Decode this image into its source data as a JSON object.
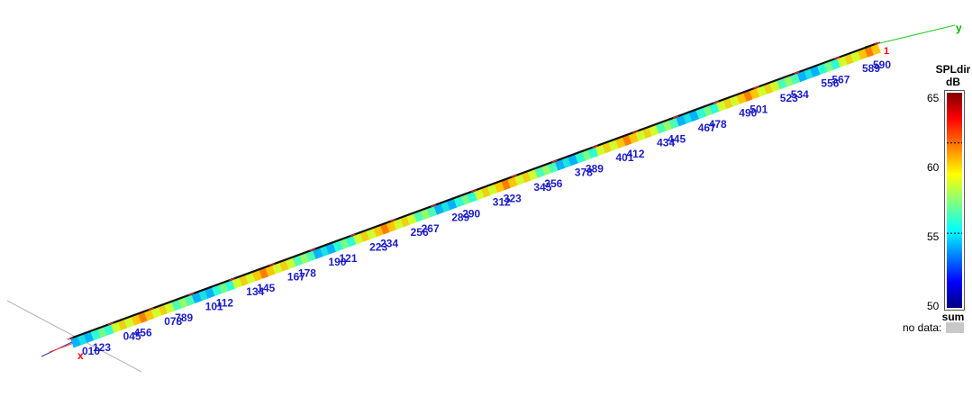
{
  "axes": {
    "x_label": "x",
    "y_label": "y",
    "z_label": "1"
  },
  "node_labels": [
    "010",
    "123",
    "045",
    "456",
    "078",
    "789",
    "101",
    "112",
    "134",
    "145",
    "167",
    "178",
    "190",
    "121",
    "223",
    "234",
    "256",
    "267",
    "289",
    "290",
    "312",
    "323",
    "345",
    "356",
    "378",
    "389",
    "401",
    "412",
    "434",
    "445",
    "467",
    "478",
    "490",
    "501",
    "523",
    "534",
    "556",
    "567",
    "589",
    "590"
  ],
  "colorbar": {
    "title": "SPLdir",
    "unit": "dB",
    "ticks": [
      "65",
      "60",
      "55",
      "50"
    ],
    "min": 50,
    "max": 65,
    "marker_levels": [
      61.5,
      55.2
    ],
    "footer": "sum"
  },
  "no_data_label": "no data:",
  "colors": {
    "axis_x": "#ff0000",
    "axis_y": "#00c000",
    "label": "#1c1cc8",
    "no_data": "#c8c8c8"
  }
}
